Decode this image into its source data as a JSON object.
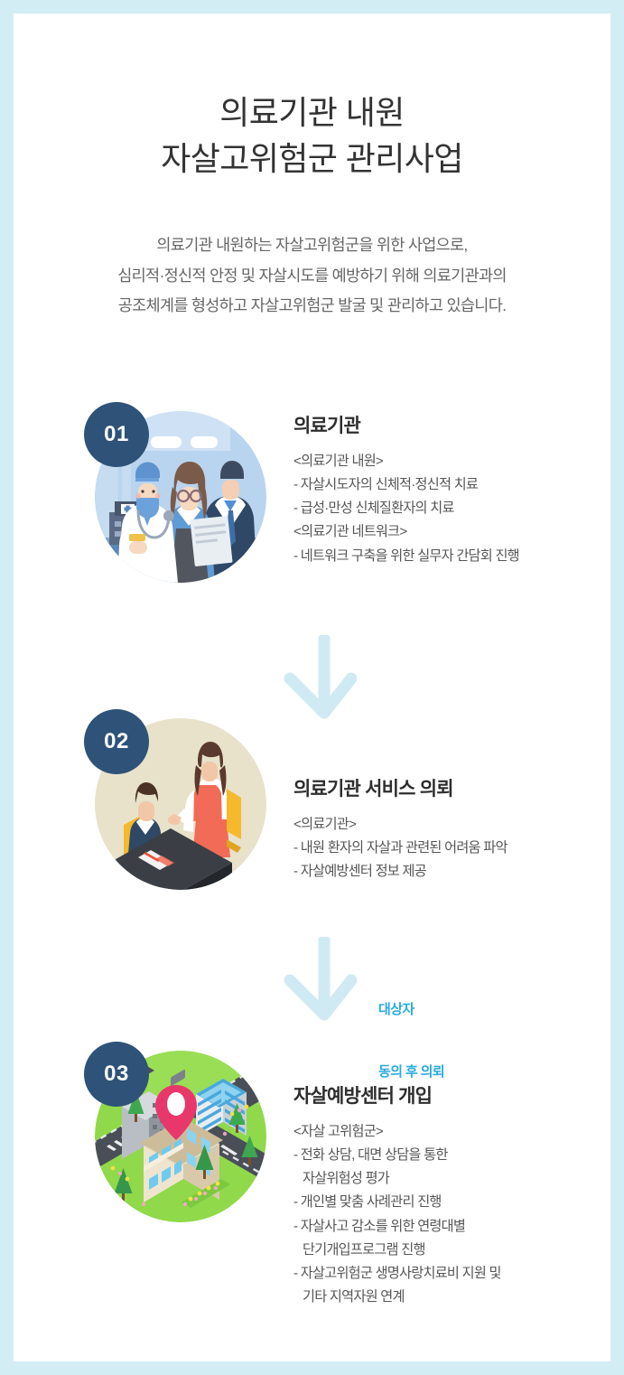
{
  "theme": {
    "border_color": "#d3edf4",
    "card_bg": "#ffffff",
    "badge_bg": "#2e5278",
    "arrow_color": "#cfeaf3",
    "note_color": "#29abe2",
    "title_color": "#333333",
    "subtitle_color": "#666666",
    "body_color": "#555555"
  },
  "header": {
    "title_line1": "의료기관 내원",
    "title_line2": "자살고위험군 관리사업",
    "subtitle_line1": "의료기관 내원하는 자살고위험군을 위한 사업으로,",
    "subtitle_line2": "심리적·정신적 안정 및 자살시도를 예방하기 위해 의료기관과의",
    "subtitle_line3": "공조체계를 형성하고 자살고위험군 발굴 및 관리하고 있습니다."
  },
  "steps": [
    {
      "number": "01",
      "title": "의료기관",
      "art": "medical-team-illustration",
      "lines": [
        {
          "text": "<의료기관 내원>",
          "indent": false
        },
        {
          "text": "- 자살시도자의 신체적·정신적 치료",
          "indent": false
        },
        {
          "text": "- 급성·만성 신체질환자의 치료",
          "indent": false
        },
        {
          "text": "<의료기관 네트워크>",
          "indent": false
        },
        {
          "text": "- 네트워크 구축을 위한 실무자 간담회 진행",
          "indent": false
        }
      ]
    },
    {
      "number": "02",
      "title": "의료기관 서비스 의뢰",
      "art": "consultation-desk-illustration",
      "lines": [
        {
          "text": "<의료기관>",
          "indent": false
        },
        {
          "text": "- 내원 환자의 자살과 관련된 어려움 파악",
          "indent": false
        },
        {
          "text": "- 자살예방센터 정보 제공",
          "indent": false
        }
      ]
    },
    {
      "number": "03",
      "title": "자살예방센터 개입",
      "art": "city-map-location-illustration",
      "lines": [
        {
          "text": "<자살 고위험군>",
          "indent": false
        },
        {
          "text": "- 전화 상담, 대면 상담을 통한",
          "indent": false
        },
        {
          "text": "자살위험성 평가",
          "indent": true
        },
        {
          "text": "- 개인별 맞춤 사례관리 진행",
          "indent": false
        },
        {
          "text": "- 자살사고 감소를 위한 연령대별",
          "indent": false
        },
        {
          "text": "단기개입프로그램 진행",
          "indent": true
        },
        {
          "text": "- 자살고위험군 생명사랑치료비 지원 및",
          "indent": false
        },
        {
          "text": "기타 지역자원 연계",
          "indent": true
        }
      ]
    }
  ],
  "arrows": [
    {
      "name": "arrow-step1-to-step2",
      "note_line1": "",
      "note_line2": ""
    },
    {
      "name": "arrow-step2-to-step3",
      "note_line1": "대상자",
      "note_line2": "동의 후 의뢰"
    }
  ]
}
